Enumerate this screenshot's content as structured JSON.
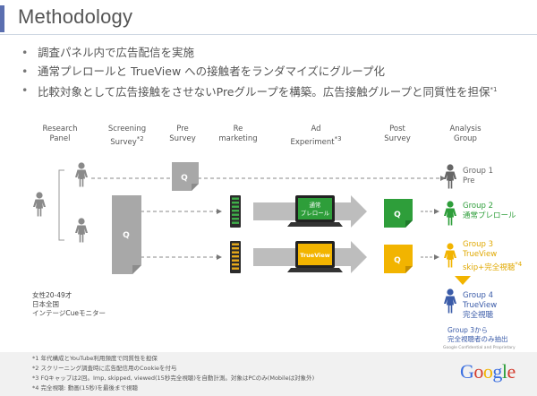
{
  "title": "Methodology",
  "bullets": [
    {
      "text": "調査パネル内で広告配信を実施",
      "sup": ""
    },
    {
      "text": "通常プレロールと TrueView への接触者をランダマイズにグループ化",
      "sup": ""
    },
    {
      "text": "比較対象として広告接触をさせないPreグループを構築。広告接触グループと同質性を担保",
      "sup": "*1"
    }
  ],
  "columns": [
    {
      "line1": "Research",
      "line2": "Panel",
      "sup": ""
    },
    {
      "line1": "Screening",
      "line2": "Survey",
      "sup": "*2"
    },
    {
      "line1": "Pre",
      "line2": "Survey",
      "sup": ""
    },
    {
      "line1": "Re",
      "line2": "marketing",
      "sup": ""
    },
    {
      "line1": "Ad",
      "line2": "Experiment",
      "sup": "*3"
    },
    {
      "line1": "Post",
      "line2": "Survey",
      "sup": ""
    },
    {
      "line1": "Analysis",
      "line2": "Group",
      "sup": ""
    }
  ],
  "survey_icon_label": "Q",
  "laptop1_label_line1": "通常",
  "laptop1_label_line2": "プレロール",
  "laptop2_label": "TrueView",
  "panel_desc": [
    "女性20-49才",
    "日本全国",
    "インテージCueモニター"
  ],
  "groups": [
    {
      "line1": "Group 1",
      "line2": "Pre",
      "line3": "",
      "sup": "",
      "color": "#666666"
    },
    {
      "line1": "Group 2",
      "line2": "通常プレロール",
      "line3": "",
      "sup": "",
      "color": "#2e9e3a"
    },
    {
      "line1": "Group 3",
      "line2": "TrueView",
      "line3": "skip+完全視聴",
      "sup": "*4",
      "color": "#e0a800"
    },
    {
      "line1": "Group 4",
      "line2": "TrueView",
      "line3": "完全視聴",
      "sup": "",
      "color": "#3a5ba8"
    }
  ],
  "group4_note": [
    "Group 3から",
    "完全視聴者のみ抽出"
  ],
  "confidential": "Google Confidential and Proprietary",
  "footnotes": [
    "*1 年代構成とYouTube利用頻度で同質性を担保",
    "*2 スクリーニング調査時に広告配信用のCookieを付与",
    "*3 FQキャップは2回。Imp, skipped, viewed(15秒完全視聴)を自動計測。対象はPCのみ(Mobileは対象外)",
    "*4 完全視聴: 動画(15秒)を最後まで視聴"
  ],
  "logo": {
    "letters": [
      "G",
      "o",
      "o",
      "g",
      "l",
      "e"
    ],
    "colors": [
      "#3b6fe0",
      "#d33a2c",
      "#f2b400",
      "#3b6fe0",
      "#2e9e3a",
      "#d33a2c"
    ]
  },
  "colors": {
    "gray": "#8a8a8a",
    "green": "#2e9e3a",
    "yellow": "#f2b400",
    "blue": "#3a5ba8",
    "tile_gray": "#a8a8a8"
  }
}
